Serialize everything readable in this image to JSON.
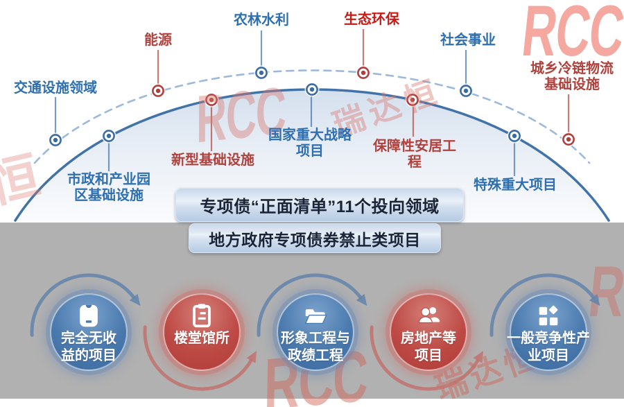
{
  "watermark": {
    "logo": "RCC",
    "name": "瑞达恒"
  },
  "positive_list": {
    "banner": "专项债“正面清单”11个投向领域",
    "areas": [
      {
        "label": "交通设施领域",
        "tone": "blue"
      },
      {
        "label": "能源",
        "tone": "red"
      },
      {
        "label": "农林水利",
        "tone": "blue"
      },
      {
        "label": "生态环保",
        "tone": "red_bright"
      },
      {
        "label": "社会事业",
        "tone": "blue"
      },
      {
        "label": "城乡冷链物流基础设施",
        "tone": "red"
      },
      {
        "label": "市政和产业园区基础设施",
        "tone": "blue"
      },
      {
        "label": "新型基础设施",
        "tone": "red"
      },
      {
        "label": "国家重大战略项目",
        "tone": "blue"
      },
      {
        "label": "保障性安居工程",
        "tone": "red"
      },
      {
        "label": "特殊重大项目",
        "tone": "blue"
      }
    ]
  },
  "prohibited_list": {
    "banner": "地方政府专项债券禁止类项目",
    "items": [
      {
        "label": "完全无收益的项目",
        "tone": "blue",
        "icon": "pouch-icon"
      },
      {
        "label": "楼堂馆所",
        "tone": "red",
        "icon": "clipboard-icon"
      },
      {
        "label": "形象工程与政绩工程",
        "tone": "blue",
        "icon": "folder-icon"
      },
      {
        "label": "房地产等项目",
        "tone": "red",
        "icon": "people-icon"
      },
      {
        "label": "一般竞争性产业项目",
        "tone": "blue",
        "icon": "blocks-icon"
      }
    ]
  },
  "colors": {
    "label_blue": "#2D6FB0",
    "label_red": "#B0413C",
    "label_red_bright": "#CC1A15",
    "arc_solid": "#4273A8",
    "arc_dashed": "#9CB9DC",
    "circle_blue": "#4A79AE",
    "circle_red": "#BE4A45",
    "arrow_blue": "#6285AD",
    "arrow_red": "#C1736E",
    "banner_text": "#1B2437",
    "section_bg": "#B2B1B1",
    "watermark_red": "#D9786E"
  }
}
